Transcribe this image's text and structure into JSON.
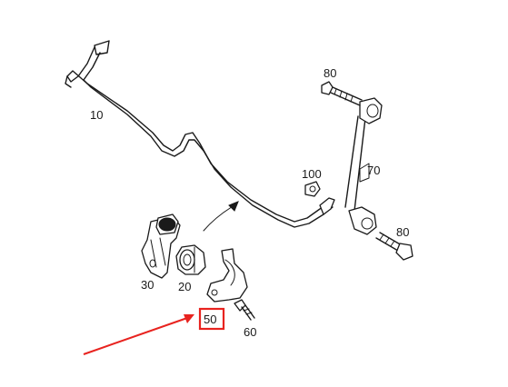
{
  "diagram": {
    "callouts": [
      {
        "id": "10",
        "label": "10"
      },
      {
        "id": "20",
        "label": "20"
      },
      {
        "id": "30",
        "label": "30"
      },
      {
        "id": "50",
        "label": "50"
      },
      {
        "id": "60",
        "label": "60"
      },
      {
        "id": "70",
        "label": "70"
      },
      {
        "id": "80a",
        "label": "80"
      },
      {
        "id": "80b",
        "label": "80"
      },
      {
        "id": "100",
        "label": "100"
      }
    ],
    "highlight_color": "#e8231f",
    "line_color": "#1a1a1a"
  }
}
